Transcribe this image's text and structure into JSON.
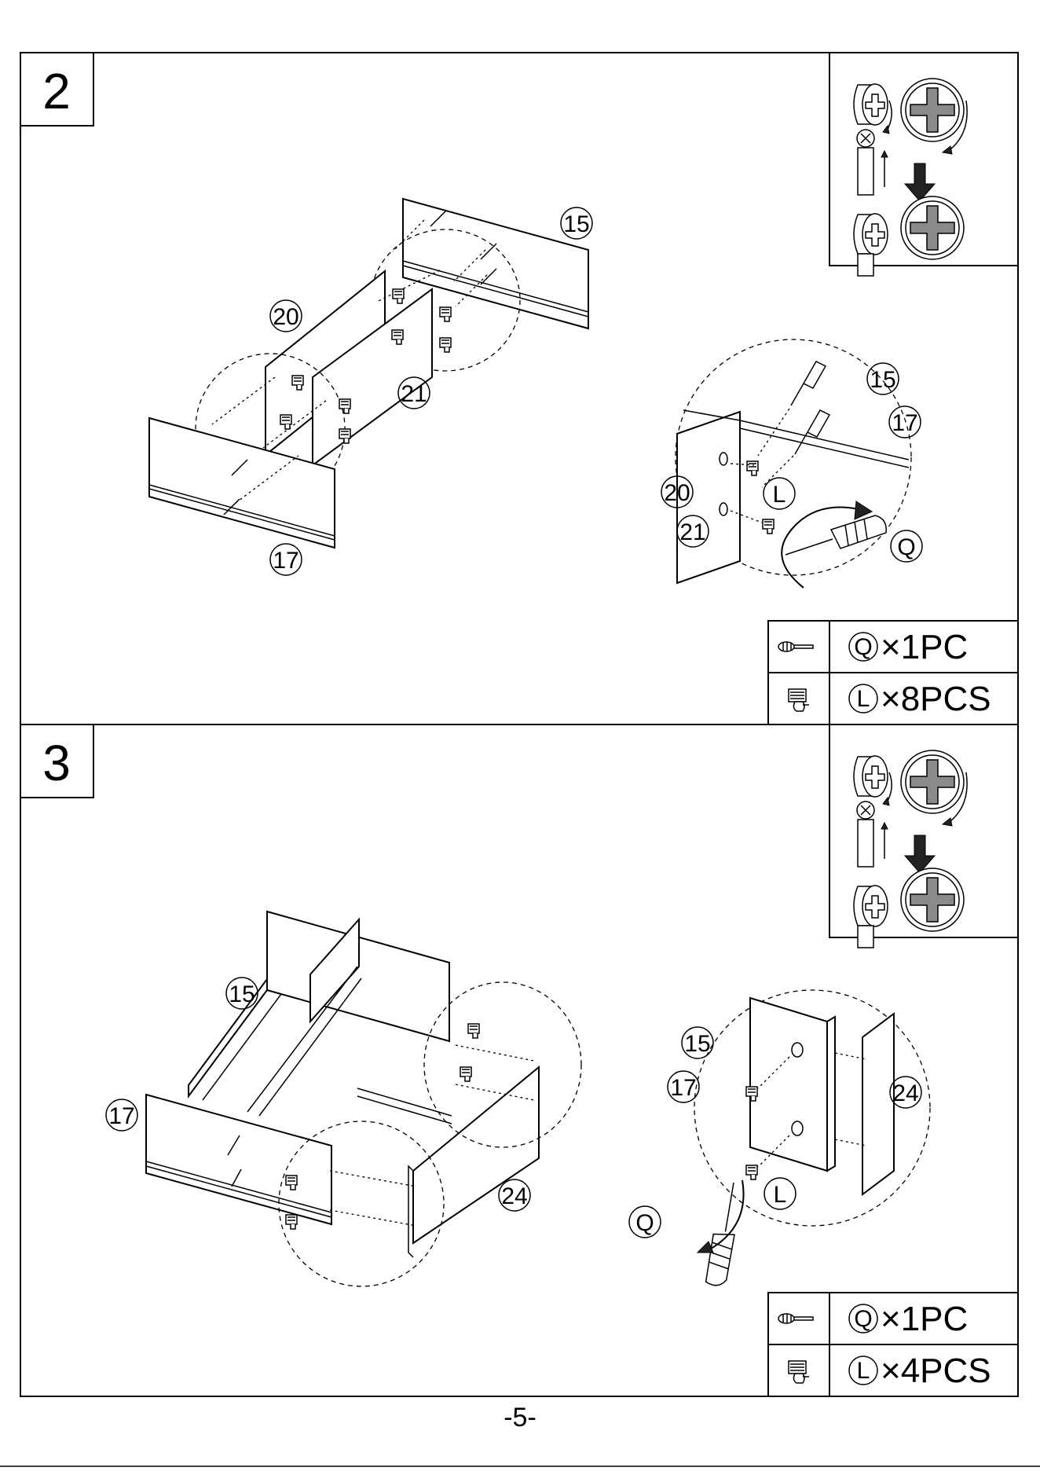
{
  "page_number": "-5-",
  "steps": [
    {
      "number": "2",
      "callouts": {
        "a": "15",
        "b": "20",
        "c": "21",
        "d": "17"
      },
      "detail_callouts": {
        "a": "15",
        "b": "17",
        "c": "20",
        "d": "21",
        "cam": "L",
        "tool": "Q"
      },
      "parts": [
        {
          "icon": "screwdriver-icon",
          "letter": "Q",
          "qty": "×1PC"
        },
        {
          "icon": "cam-lock-icon",
          "letter": "L",
          "qty": "×8PCS"
        }
      ]
    },
    {
      "number": "3",
      "callouts": {
        "a": "15",
        "b": "17",
        "c": "24"
      },
      "detail_callouts": {
        "a": "15",
        "b": "17",
        "c": "24",
        "cam": "L",
        "tool": "Q"
      },
      "parts": [
        {
          "icon": "screwdriver-icon",
          "letter": "Q",
          "qty": "×1PC"
        },
        {
          "icon": "cam-lock-icon",
          "letter": "L",
          "qty": "×4PCS"
        }
      ]
    }
  ]
}
